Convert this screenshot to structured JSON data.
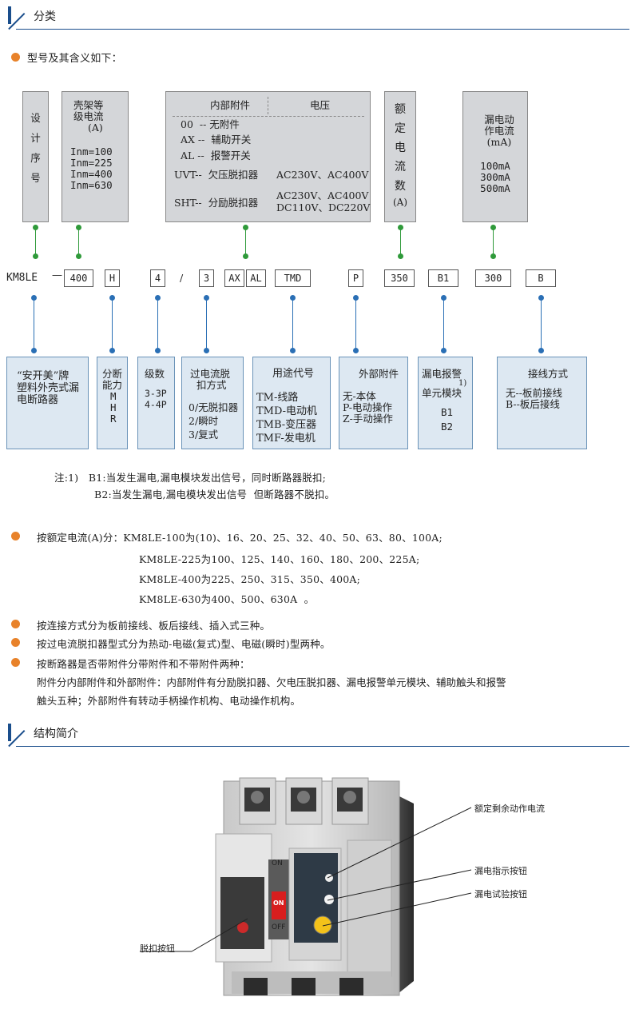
{
  "sections": {
    "classify": "分类",
    "structure": "结构简介"
  },
  "intro": "型号及其含义如下：",
  "top_boxes": {
    "design": [
      "设",
      "计",
      "序",
      "号"
    ],
    "frame": {
      "title": [
        "壳架等",
        "级电流",
        "(A)"
      ],
      "values": [
        "Inm=100",
        "Inm=225",
        "Inm=400",
        "Inm=630"
      ]
    },
    "internal": {
      "header_left": "内部附件",
      "header_right": "电压",
      "r1": "00  -- 无附件",
      "r2": "AX --  辅助开关",
      "r3": "AL --  报警开关",
      "r4_left": "UVT--  欠压脱扣器",
      "r4_right": "AC230V、AC400V",
      "r5_left": "SHT--  分励脱扣器",
      "r5_right_1": "AC230V、AC400V",
      "r5_right_2": "DC110V、DC220V"
    },
    "rated": [
      "额",
      "定",
      "电",
      "流",
      "数",
      "(A)"
    ],
    "leak": {
      "title": [
        "漏电动",
        "作电流",
        "(mA)"
      ],
      "values": [
        "100mA",
        "300mA",
        "500mA"
      ]
    }
  },
  "code_row": {
    "prefix": "KM8LE",
    "dash": "—",
    "slash": "/",
    "cells": [
      "400",
      "H",
      "4",
      "3",
      "AX",
      "AL",
      "TMD",
      "P",
      "350",
      "B1",
      "300",
      "B"
    ]
  },
  "bottom_boxes": {
    "brand": [
      "“安开美”牌",
      "塑料外壳式漏",
      "电断路器"
    ],
    "breaking": [
      "分断",
      "能力",
      "M",
      "H",
      "R"
    ],
    "poles": [
      "级数",
      "3-3P",
      "4-4P"
    ],
    "trip": [
      "过电流脱",
      "扣方式",
      "0/无脱扣器",
      "2/瞬时",
      "3/复式"
    ],
    "usage": [
      "用途代号",
      "TM-线路",
      "TMD-电动机",
      "TMB-变压器",
      "TMF-发电机"
    ],
    "external": [
      "外部附件",
      "无-本体",
      "P-电动操作",
      "Z-手动操作"
    ],
    "alarm": [
      "漏电报警",
      "1)",
      "单元模块",
      "B1",
      "B2"
    ],
    "wiring": [
      "接线方式",
      "无--板前接线",
      "B--板后接线"
    ]
  },
  "note": {
    "line1": "注:1)   B1:当发生漏电,漏电模块发出信号，同时断路器脱扣;",
    "line2": "B2:当发生漏电,漏电模块发出信号  但断路器不脱扣。"
  },
  "bullets": {
    "current_1": "按额定电流(A)分：KM8LE-100为(10)、16、20、25、32、40、50、63、80、100A;",
    "current_2": "KM8LE-225为100、125、140、160、180、200、225A;",
    "current_3": "KM8LE-400为225、250、315、350、400A;",
    "current_4": "KM8LE-630为400、500、630A  。",
    "connect": "按连接方式分为板前接线、板后接线、插入式三种。",
    "trip_type": "按过电流脱扣器型式分为热动-电磁(复式)型、电磁(瞬时)型两种。",
    "accessory_1": "按断路器是否带附件分带附件和不带附件两种：",
    "accessory_2": "附件分内部附件和外部附件：内部附件有分励脱扣器、欠电压脱扣器、漏电报警单元模块、辅助触头和报警",
    "accessory_3": "触头五种；外部附件有转动手柄操作机构、电动操作机构。"
  },
  "device": {
    "on": "ON",
    "off": "OFF",
    "on_btn": "ON",
    "callouts": {
      "residual": "额定剩余动作电流",
      "indicator": "漏电指示按钮",
      "test": "漏电试验按钮",
      "trip": "脱扣按钮"
    }
  },
  "colors": {
    "accent": "#1a4e8c",
    "bullet": "#e8822a",
    "green": "#2f9a3a",
    "blue": "#2a6fb5"
  }
}
